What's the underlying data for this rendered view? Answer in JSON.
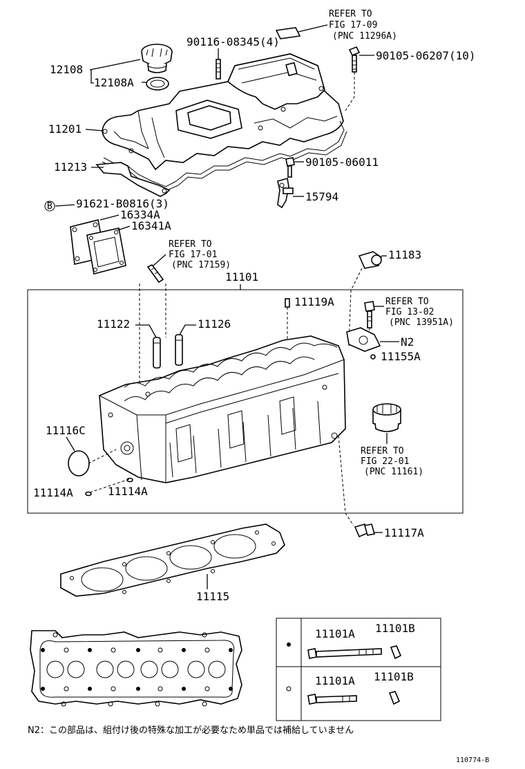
{
  "labels": {
    "p12108": "12108",
    "p12108A": "12108A",
    "p11201": "11201",
    "p11213": "11213",
    "p90116": "90116-08345(4)",
    "p90105a": "90105-06207(10)",
    "p90105b": "90105-06011",
    "p15794": "15794",
    "p91621": "91621-B0816(3)",
    "p16334A": "16334A",
    "p16341A": "16341A",
    "p11183": "11183",
    "p11101": "11101",
    "p11119A": "11119A",
    "p11122": "11122",
    "p11126": "11126",
    "pN2": "N2",
    "p11155A": "11155A",
    "p11116C": "11116C",
    "p11114A_1": "11114A",
    "p11114A_2": "11114A",
    "p11117A": "11117A",
    "p11115": "11115",
    "t11101A_1": "11101A",
    "t11101B_1": "11101B",
    "t11101A_2": "11101A",
    "t11101B_2": "11101B"
  },
  "circle_mark": "B",
  "refs": {
    "r1": [
      "REFER TO",
      "FIG 17-09",
      "(PNC 11296A)"
    ],
    "r2": [
      "REFER TO",
      "FIG 17-01",
      "(PNC 17159)"
    ],
    "r3": [
      "REFER TO",
      "FIG 13-02",
      "(PNC 13951A)"
    ],
    "r4": [
      "REFER TO",
      "FIG 22-01",
      "(PNC 11161)"
    ]
  },
  "note": "N2：この部品は、組付け後の特殊な加工が必要なため単品では補給していません",
  "figure_id": "110774-B"
}
